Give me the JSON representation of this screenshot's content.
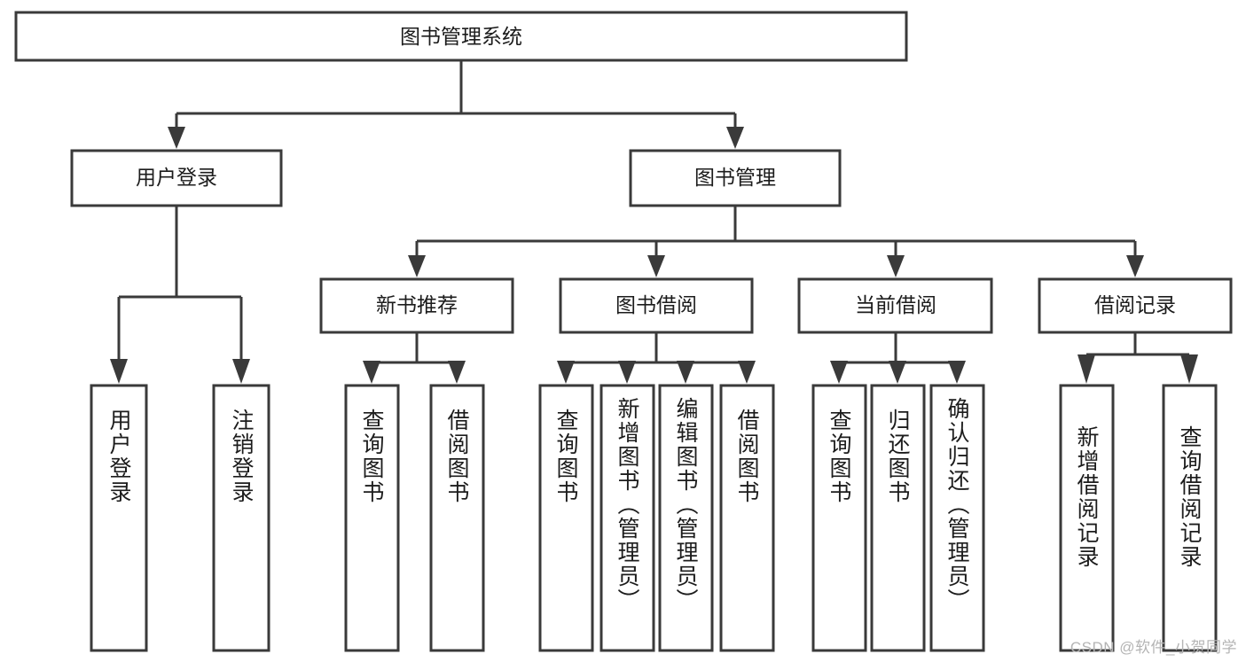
{
  "diagram": {
    "type": "tree-hierarchy",
    "title": "图书管理系统",
    "root": {
      "id": "root",
      "label": "图书管理系统",
      "orientation": "horizontal"
    },
    "level2": [
      {
        "id": "user-login",
        "label": "用户登录",
        "orientation": "horizontal"
      },
      {
        "id": "book-management",
        "label": "图书管理",
        "orientation": "horizontal"
      }
    ],
    "level3": [
      {
        "id": "new-book-recommend",
        "label": "新书推荐",
        "orientation": "horizontal",
        "parent": "book-management"
      },
      {
        "id": "book-borrow",
        "label": "图书借阅",
        "orientation": "horizontal",
        "parent": "book-management"
      },
      {
        "id": "current-borrow",
        "label": "当前借阅",
        "orientation": "horizontal",
        "parent": "book-management"
      },
      {
        "id": "borrow-record",
        "label": "借阅记录",
        "orientation": "horizontal",
        "parent": "book-management"
      }
    ],
    "leaves": [
      {
        "id": "leaf-user-login",
        "label": "用户登录",
        "orientation": "vertical",
        "parent": "user-login"
      },
      {
        "id": "leaf-user-logout",
        "label": "注销登录",
        "orientation": "vertical",
        "parent": "user-login"
      },
      {
        "id": "leaf-query-book-1",
        "label": "查询图书",
        "orientation": "vertical",
        "parent": "new-book-recommend"
      },
      {
        "id": "leaf-borrow-book-1",
        "label": "借阅图书",
        "orientation": "vertical",
        "parent": "new-book-recommend"
      },
      {
        "id": "leaf-query-book-2",
        "label": "查询图书",
        "orientation": "vertical",
        "parent": "book-borrow"
      },
      {
        "id": "leaf-add-book",
        "label": "新增图书（管理员）",
        "orientation": "vertical",
        "parent": "book-borrow"
      },
      {
        "id": "leaf-edit-book",
        "label": "编辑图书（管理员）",
        "orientation": "vertical",
        "parent": "book-borrow"
      },
      {
        "id": "leaf-borrow-book-2",
        "label": "借阅图书",
        "orientation": "vertical",
        "parent": "book-borrow"
      },
      {
        "id": "leaf-query-book-3",
        "label": "查询图书",
        "orientation": "vertical",
        "parent": "current-borrow"
      },
      {
        "id": "leaf-return-book",
        "label": "归还图书",
        "orientation": "vertical",
        "parent": "current-borrow"
      },
      {
        "id": "leaf-confirm-return",
        "label": "确认归还（管理员）",
        "orientation": "vertical",
        "parent": "current-borrow"
      },
      {
        "id": "leaf-add-record",
        "label": "新增借阅记录",
        "orientation": "vertical",
        "parent": "borrow-record"
      },
      {
        "id": "leaf-query-record",
        "label": "查询借阅记录",
        "orientation": "vertical",
        "parent": "borrow-record"
      }
    ],
    "colors": {
      "background": "#ffffff",
      "box_fill": "#ffffff",
      "box_stroke": "#3a3a3a",
      "connector": "#3a3a3a",
      "text": "#1c1c1c",
      "watermark": "#b4b4b4"
    }
  },
  "watermark": {
    "text": "CSDN @软件_小贺同学"
  }
}
